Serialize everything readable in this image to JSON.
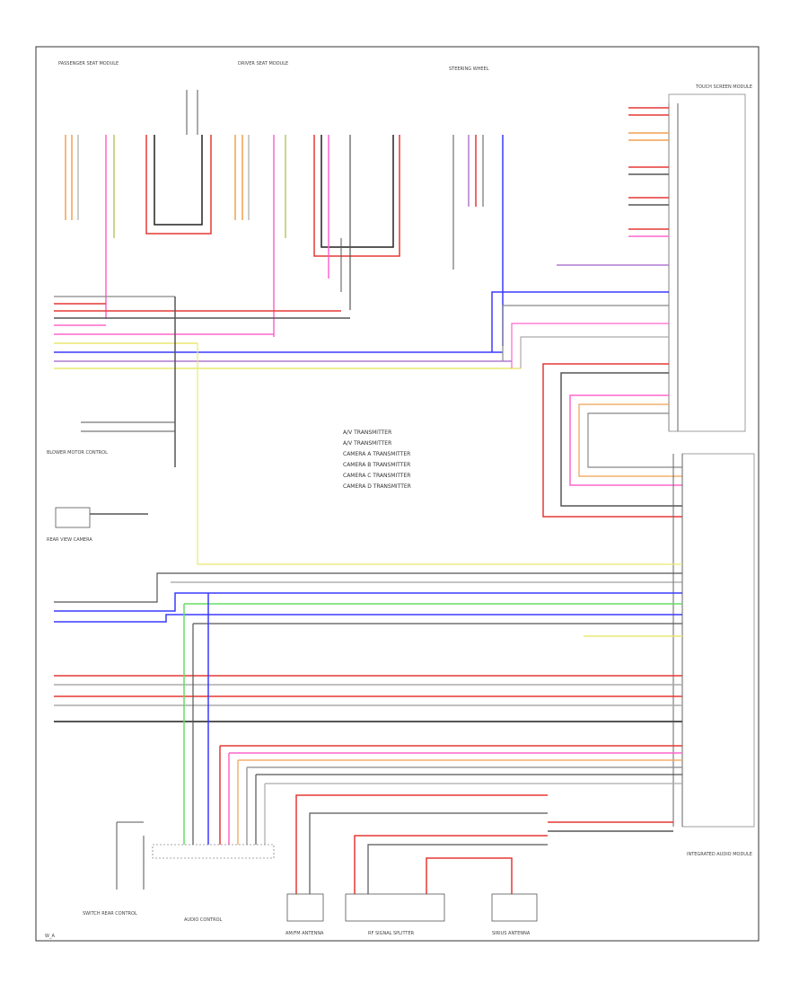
{
  "footer_code": "W_A",
  "component_labels": {
    "top_right": "TOUCH SCREEN MODULE",
    "bottom_right": "INTEGRATED AUDIO MODULE",
    "left_mid": "BLOWER MOTOR CONTROL",
    "left_low": "REAR VIEW CAMERA",
    "bottom_left": "SWITCH REAR CONTROL",
    "bottom_center": "AUDIO CONTROL",
    "antenna_left": "AM/FM ANTENNA",
    "antenna_center": "RF SIGNAL SPLITTER",
    "antenna_right": "SIRIUS ANTENNA",
    "top_center": "STEERING WHEEL",
    "top_left_a": "PASSENGER SEAT MODULE",
    "top_left_b": "DRIVER SEAT MODULE"
  },
  "legend": [
    "A/V TRANSMITTER",
    "A/V TRANSMITTER",
    "CAMERA A TRANSMITTER",
    "CAMERA B TRANSMITTER",
    "CAMERA C TRANSMITTER",
    "CAMERA D TRANSMITTER"
  ],
  "colors": {
    "red": "#e53935",
    "pink": "#ff66cc",
    "blue": "#3a3aff",
    "yellow": "#e8e870",
    "green": "#66dd66",
    "gray": "#888888",
    "black": "#222222",
    "orange": "#f0a050",
    "violet": "#b07ad0",
    "lightgray": "#bbbbbb"
  }
}
